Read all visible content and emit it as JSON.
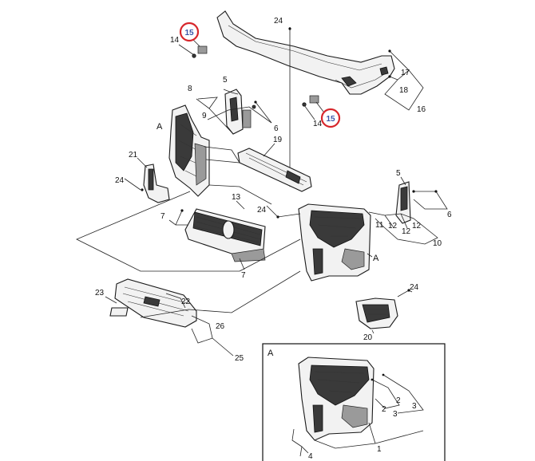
{
  "callouts": {
    "top_left": "15",
    "right": "15"
  },
  "inset": {
    "label": "A"
  },
  "labels": {
    "n24_top": "24",
    "n14_left": "14",
    "n17": "17",
    "n18": "18",
    "n16": "16",
    "n14_right": "14",
    "n8": "8",
    "n5_top": "5",
    "n9": "9",
    "n6_top": "6",
    "A_left": "A",
    "n19": "19",
    "n21": "21",
    "n24_left": "24",
    "n13": "13",
    "n7_left": "7",
    "n24_mid": "24",
    "n5_right": "5",
    "n6_right": "6",
    "n11": "11",
    "n12_a": "12",
    "n12_b": "12",
    "n12_c": "12",
    "n10": "10",
    "A_right": "A",
    "n7_bottom": "7",
    "n24_right": "24",
    "n20": "20",
    "n23": "23",
    "n22": "22",
    "n26": "26",
    "n25": "25",
    "n2_a": "2",
    "n2_b": "2",
    "n3_a": "3",
    "n3_b": "3",
    "n1": "1",
    "n4": "4"
  },
  "colors": {
    "callout_ring": "#d7262b",
    "callout_text": "#3b56a8",
    "line": "#222222"
  }
}
